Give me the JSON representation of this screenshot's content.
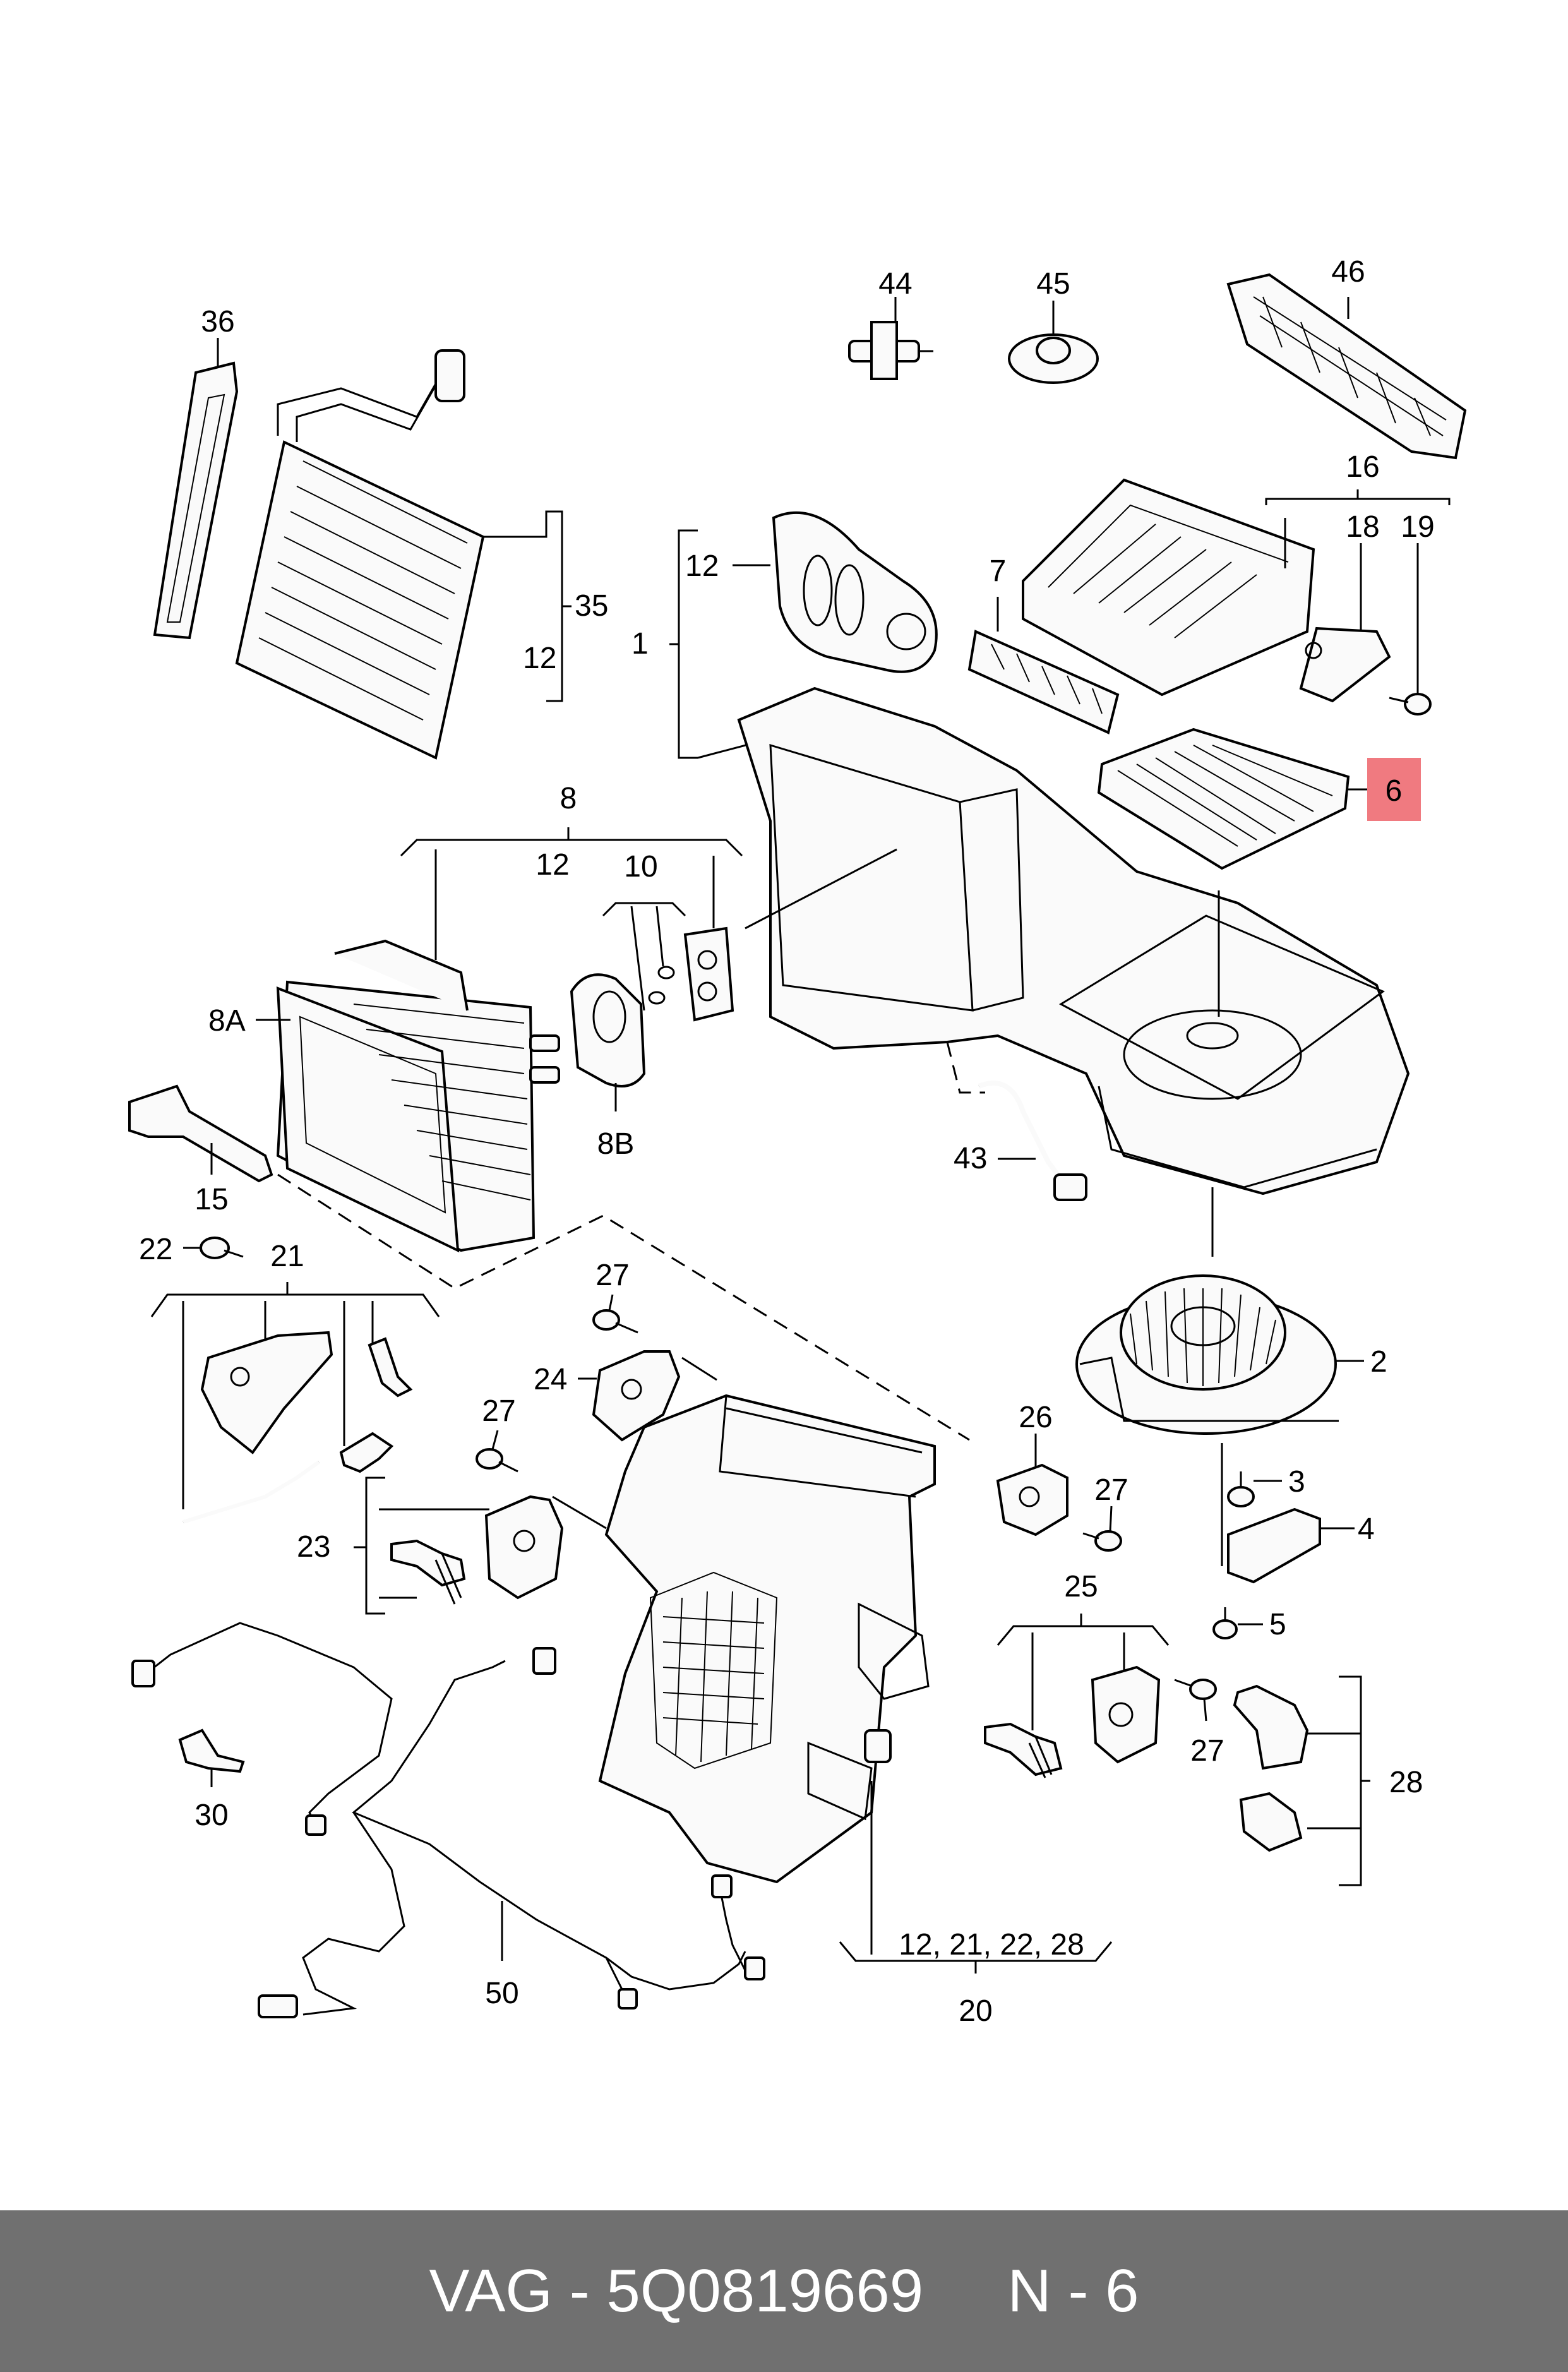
{
  "labels": {
    "p44": "44",
    "p45": "45",
    "p46": "46",
    "p36": "36",
    "p35": "35",
    "p12_35": "12",
    "p12_top": "12",
    "p1": "1",
    "p7": "7",
    "p16": "16",
    "p18": "18",
    "p19": "19",
    "p6": "6",
    "p8": "8",
    "p12_8": "12",
    "p10": "10",
    "p8A": "8A",
    "p8B": "8B",
    "p15": "15",
    "p43": "43",
    "p22": "22",
    "p21": "21",
    "p27a": "27",
    "p24": "24",
    "p27b": "27",
    "p23": "23",
    "p26": "26",
    "p27c": "27",
    "p2": "2",
    "p3": "3",
    "p4": "4",
    "p5": "5",
    "p25": "25",
    "p27d": "27",
    "p28": "28",
    "p30": "30",
    "p50": "50",
    "p20_sub": "12, 21, 22, 28",
    "p20": "20"
  },
  "highlight": {
    "label": "6",
    "color": "#f07a80"
  },
  "footer": {
    "text": "VAG - 5Q0819669     N - 6",
    "bg": "#707070",
    "fg": "#ffffff"
  }
}
